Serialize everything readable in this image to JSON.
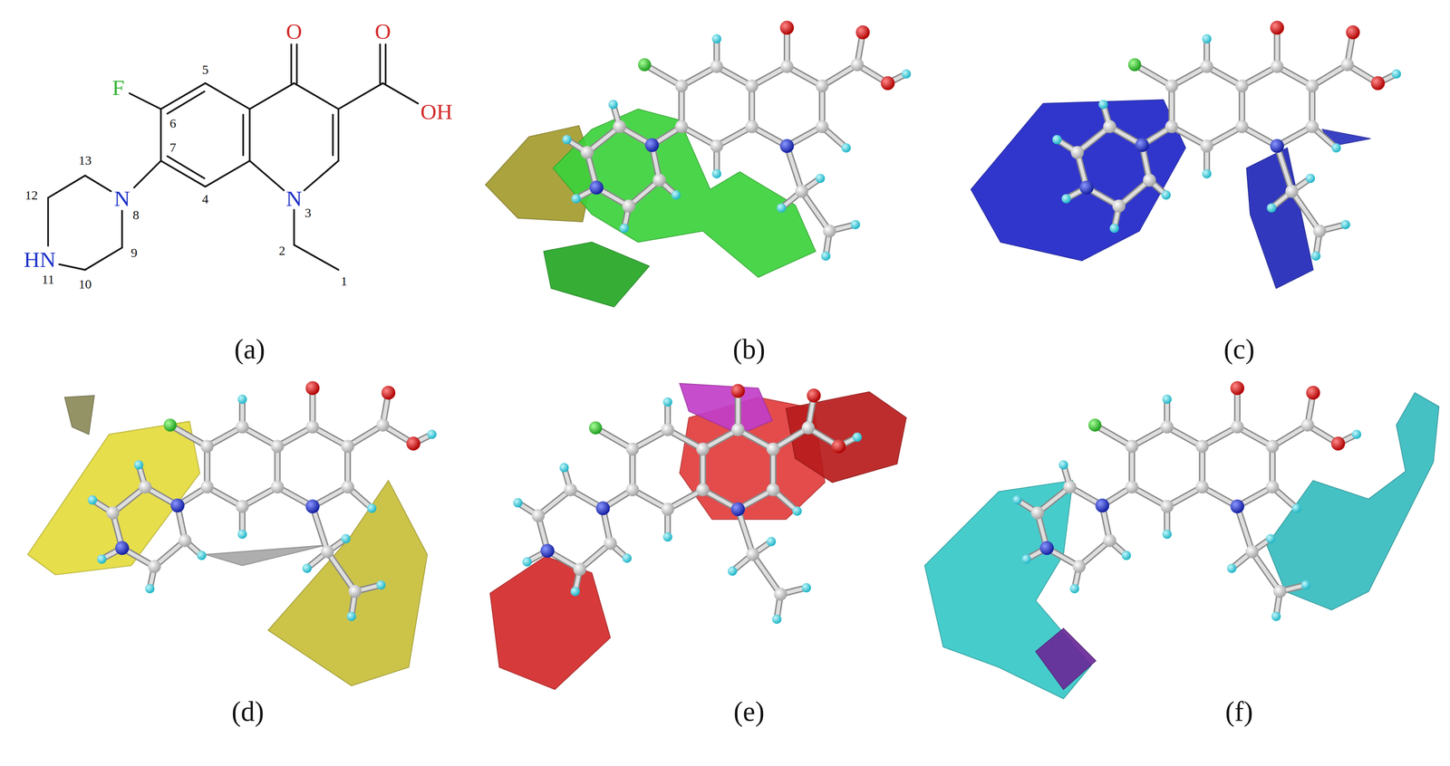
{
  "diagram": {
    "labels": [
      "O",
      "O",
      "OH",
      "F",
      "5",
      "6",
      "7",
      "N",
      "8",
      "4",
      "13",
      "12",
      "9",
      "10",
      "HN",
      "11",
      "N",
      "3",
      "2",
      "1",
      "(a)",
      "(b)",
      "(c)",
      "(d)",
      "(e)",
      "(f)"
    ]
  }
}
